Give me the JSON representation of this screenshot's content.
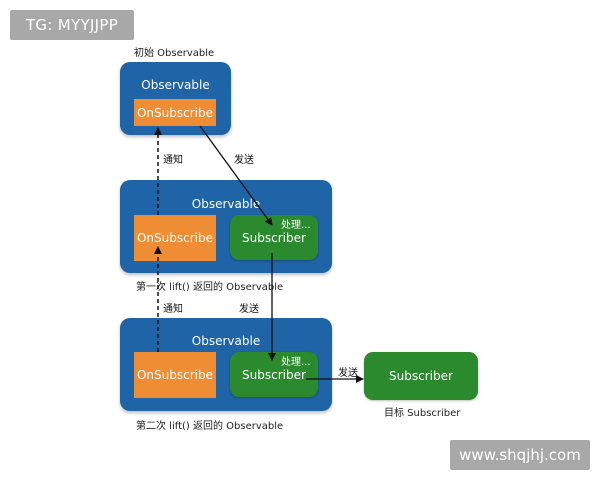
{
  "badge": {
    "text": "TG: MYYJJPP"
  },
  "watermark": {
    "text": "www.shqjhj.com"
  },
  "initial": {
    "caption": "初始 Observable",
    "title": "Observable",
    "onsubscribe": "OnSubscribe"
  },
  "first": {
    "caption": "第一次 lift() 返回的 Observable",
    "title": "Observable",
    "onsubscribe": "OnSubscribe",
    "subscriber": "Subscriber",
    "processing": "处理..."
  },
  "second": {
    "caption": "第二次 lift() 返回的 Observable",
    "title": "Observable",
    "onsubscribe": "OnSubscribe",
    "subscriber": "Subscriber",
    "processing": "处理..."
  },
  "target": {
    "caption": "目标 Subscriber",
    "subscriber": "Subscriber"
  },
  "labels": {
    "notify_1": "通知",
    "notify_2": "通知",
    "send_1": "发送",
    "send_2": "发送",
    "send_3": "发送"
  },
  "colors": {
    "observable": "#1e64a6",
    "onsubscribe": "#ee8d33",
    "subscriber": "#2b8a2e",
    "badge": "#a8a8a8"
  }
}
